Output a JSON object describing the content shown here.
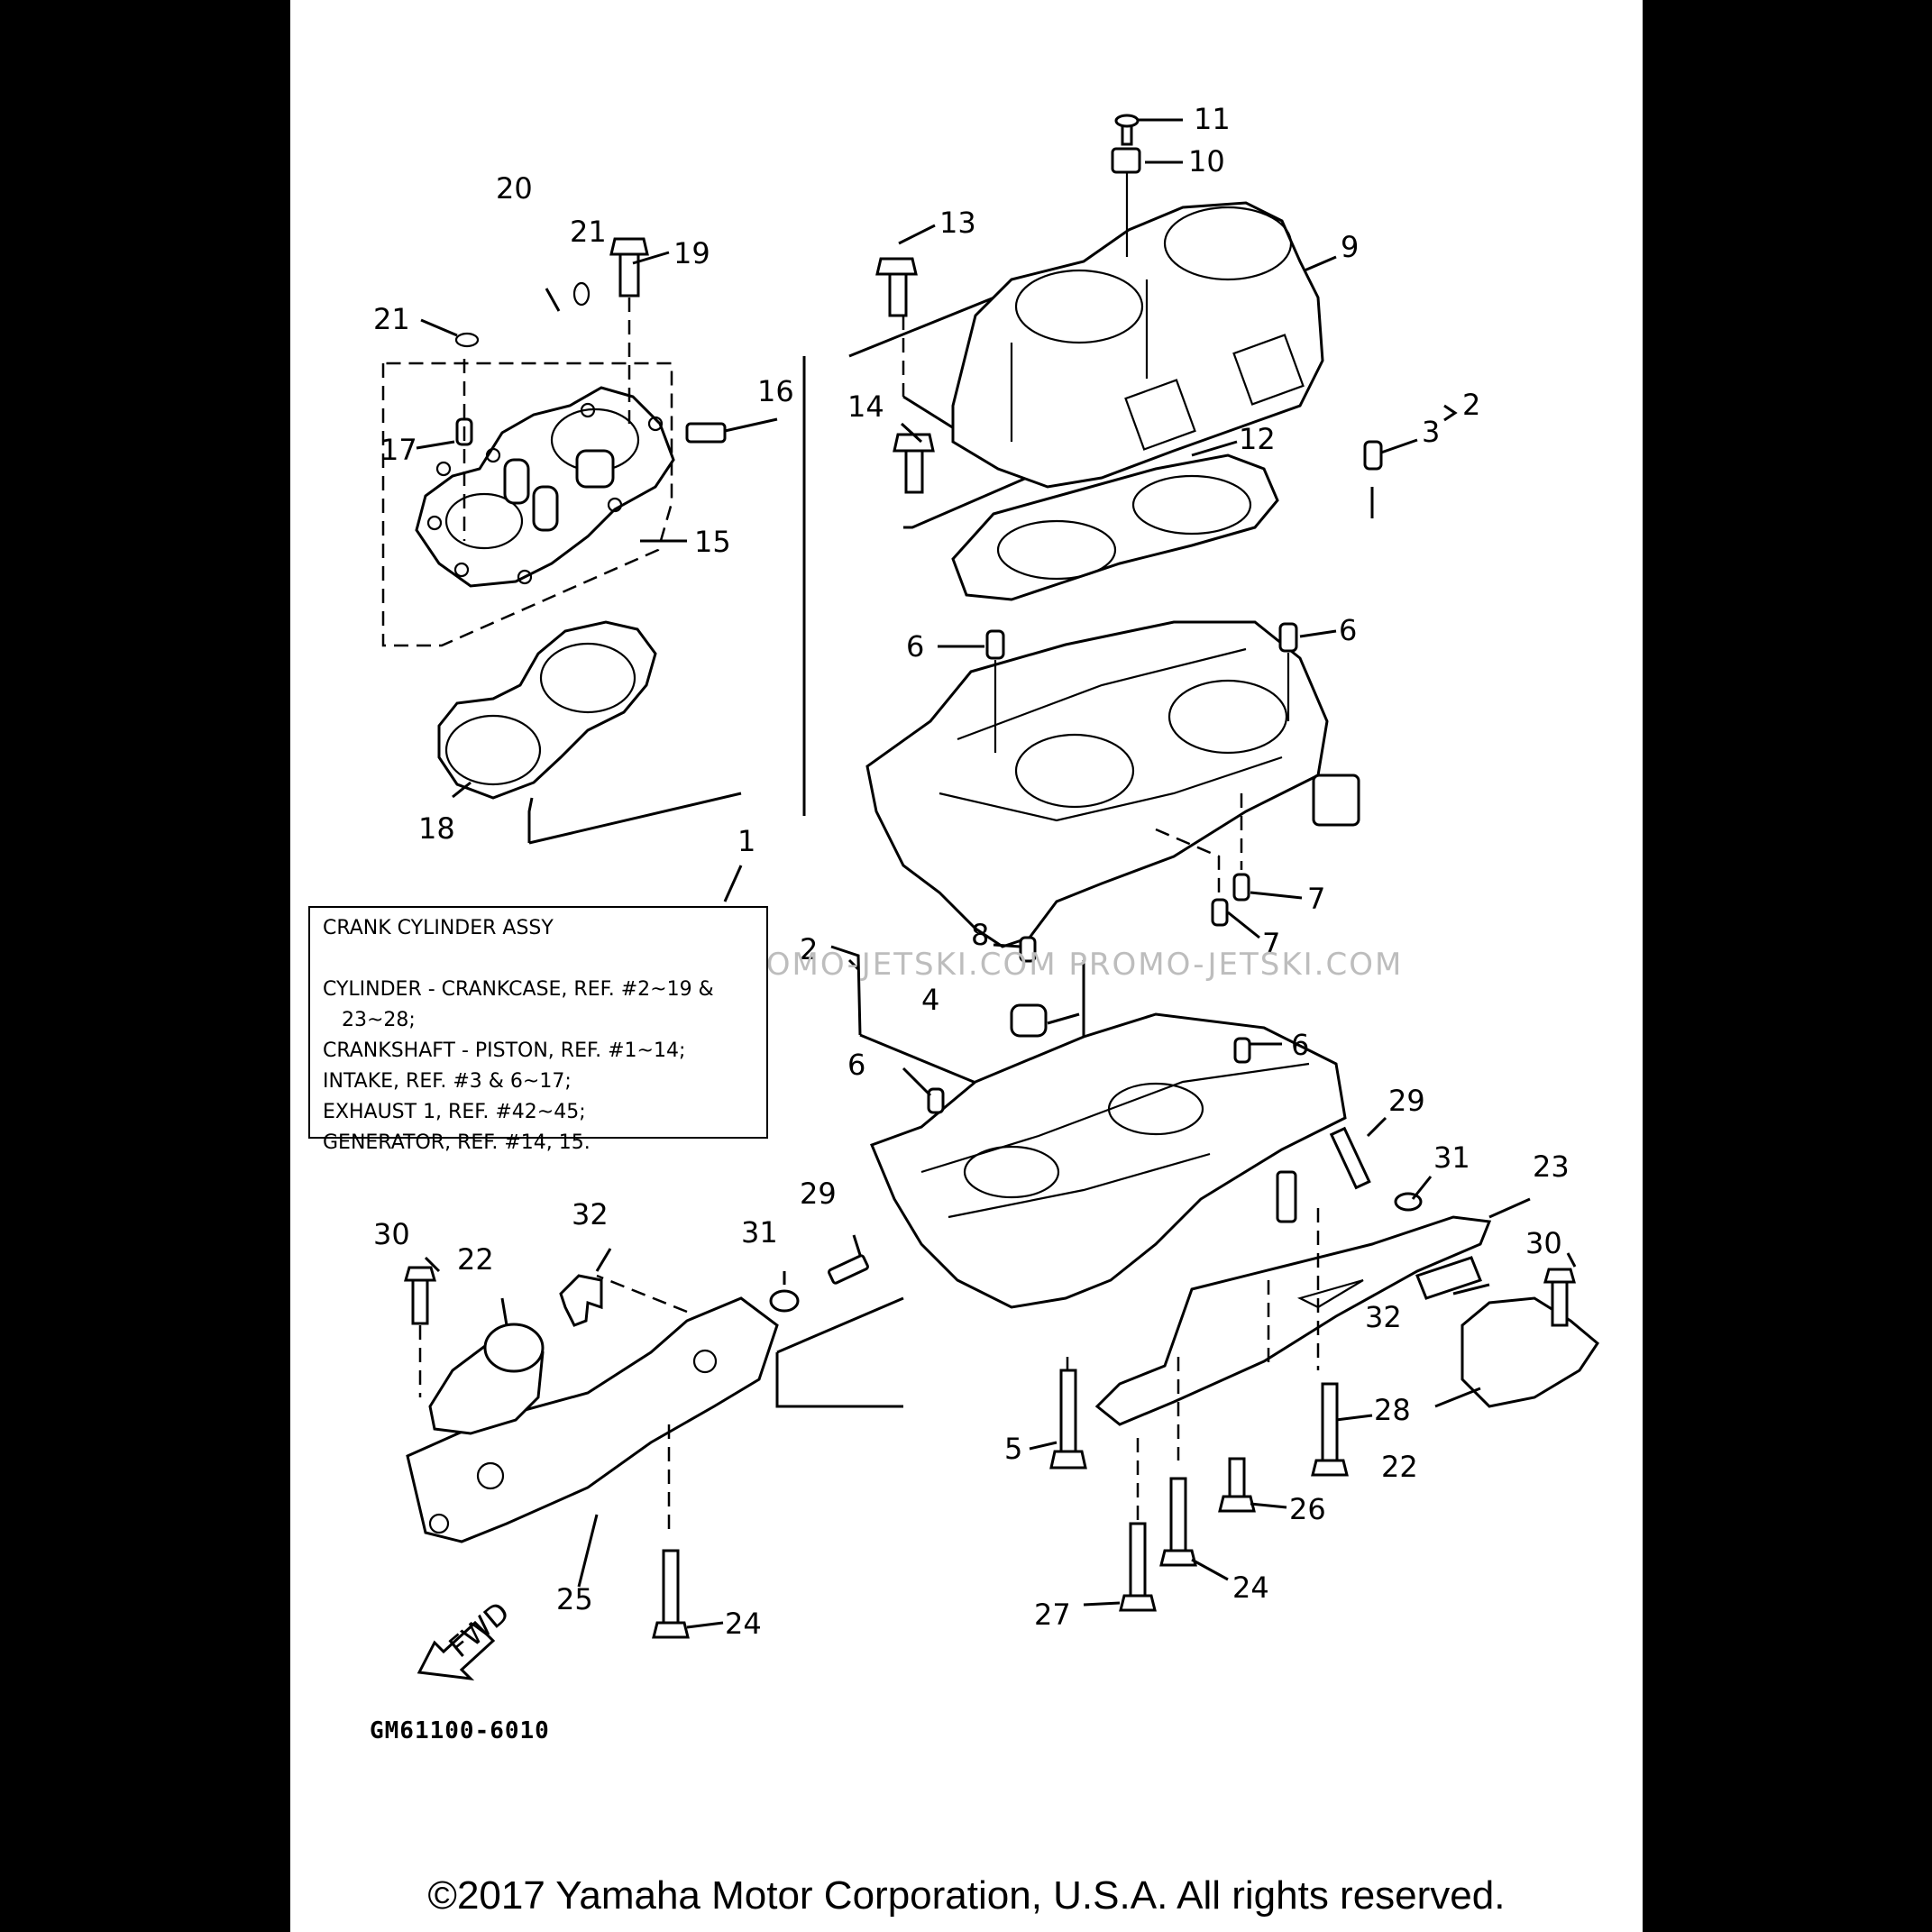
{
  "labels": [
    {
      "id": "11",
      "text": "11"
    },
    {
      "id": "10",
      "text": "10"
    },
    {
      "id": "20",
      "text": "20"
    },
    {
      "id": "21a",
      "text": "21"
    },
    {
      "id": "13",
      "text": "13"
    },
    {
      "id": "19",
      "text": "19"
    },
    {
      "id": "9",
      "text": "9"
    },
    {
      "id": "21b",
      "text": "21"
    },
    {
      "id": "16",
      "text": "16"
    },
    {
      "id": "14",
      "text": "14"
    },
    {
      "id": "3",
      "text": "3"
    },
    {
      "id": "2a",
      "text": "2"
    },
    {
      "id": "17",
      "text": "17"
    },
    {
      "id": "12",
      "text": "12"
    },
    {
      "id": "15",
      "text": "15"
    },
    {
      "id": "6a",
      "text": "6"
    },
    {
      "id": "6b",
      "text": "6"
    },
    {
      "id": "18",
      "text": "18"
    },
    {
      "id": "1",
      "text": "1"
    },
    {
      "id": "7a",
      "text": "7"
    },
    {
      "id": "7b",
      "text": "7"
    },
    {
      "id": "8",
      "text": "8"
    },
    {
      "id": "2b",
      "text": "2"
    },
    {
      "id": "4",
      "text": "4"
    },
    {
      "id": "6c",
      "text": "6"
    },
    {
      "id": "6d",
      "text": "6"
    },
    {
      "id": "29a",
      "text": "29"
    },
    {
      "id": "31a",
      "text": "31"
    },
    {
      "id": "23",
      "text": "23"
    },
    {
      "id": "32a",
      "text": "32"
    },
    {
      "id": "30a",
      "text": "30"
    },
    {
      "id": "22a",
      "text": "22"
    },
    {
      "id": "31b",
      "text": "31"
    },
    {
      "id": "29b",
      "text": "29"
    },
    {
      "id": "30b",
      "text": "30"
    },
    {
      "id": "32b",
      "text": "32"
    },
    {
      "id": "28",
      "text": "28"
    },
    {
      "id": "5",
      "text": "5"
    },
    {
      "id": "22b",
      "text": "22"
    },
    {
      "id": "26",
      "text": "26"
    },
    {
      "id": "25",
      "text": "25"
    },
    {
      "id": "24a",
      "text": "24"
    },
    {
      "id": "27",
      "text": "27"
    },
    {
      "id": "24b",
      "text": "24"
    }
  ],
  "note": {
    "title": "CRANK CYLINDER ASSY",
    "lines": [
      "CYLINDER - CRANKCASE, REF. #2~19 &",
      "   23~28;",
      "CRANKSHAFT - PISTON, REF. #1~14;",
      "INTAKE, REF. #3 & 6~17;",
      "EXHAUST 1, REF. #42~45;",
      "GENERATOR, REF. #14, 15."
    ]
  },
  "fwd_label": "FWD",
  "figure_code": "GM61100-6010",
  "watermark": "JETSKI.COM   PROMO-JETSKI.COM   PROMO-JETSKI.COM",
  "copyright": "©2017 Yamaha Motor Corporation, U.S.A. All rights reserved."
}
